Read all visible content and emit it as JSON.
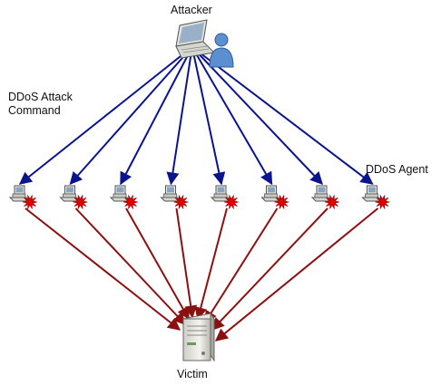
{
  "diagram": {
    "attacker_label": "Attacker",
    "command_label_line1": "DDoS Attack",
    "command_label_line2": "Command",
    "agent_label": "DDoS Agent",
    "victim_label": "Victim",
    "agent_count": 8,
    "colors": {
      "command_arrow": "#0a148c",
      "attack_arrow": "#8c1010",
      "burst": "#e00000"
    },
    "icons": {
      "attacker": "laptop-icon",
      "user": "user-icon",
      "agent": "desktop-computer-icon",
      "victim": "server-icon",
      "burst": "explosion-icon"
    }
  }
}
